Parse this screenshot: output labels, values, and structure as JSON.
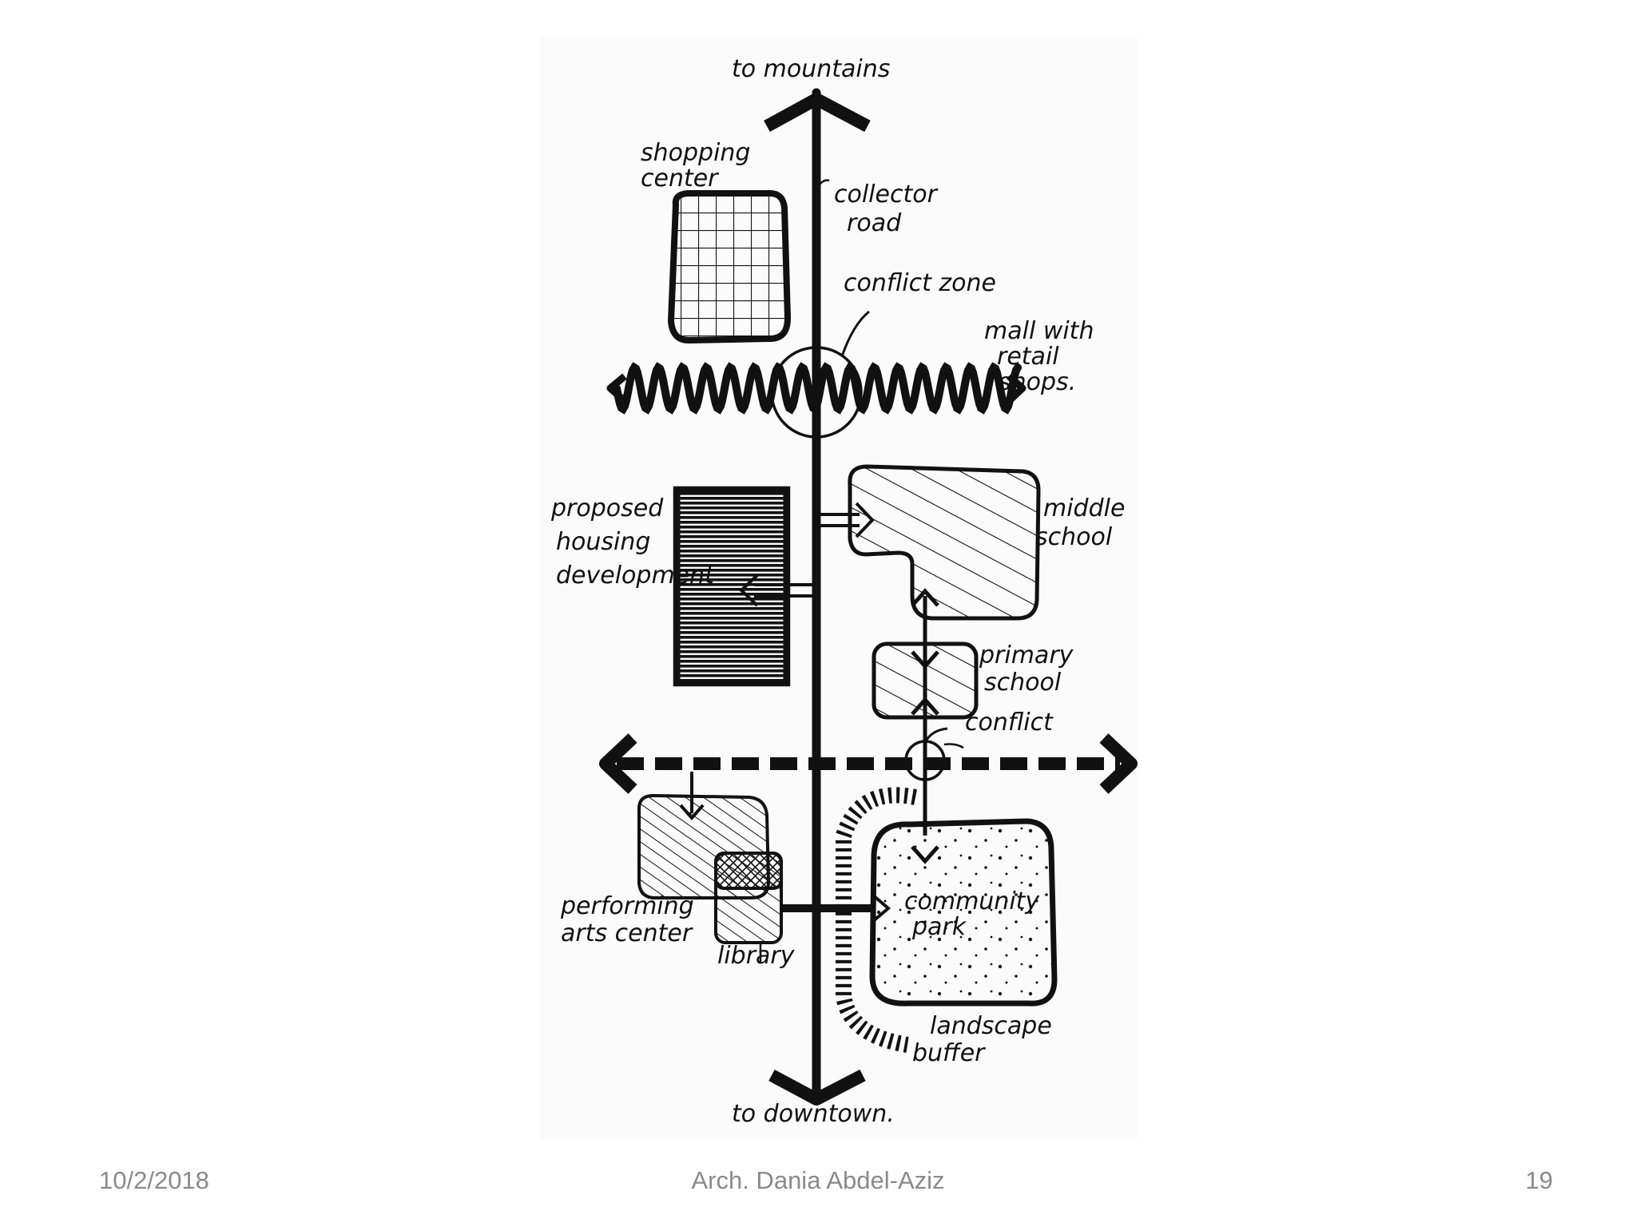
{
  "diagram": {
    "labels": {
      "top_arrow": "to mountains",
      "bottom_arrow": "to downtown.",
      "collector_road": [
        "collector",
        "road"
      ],
      "shopping_center": [
        "shopping",
        "center"
      ],
      "conflict_zone": "conflict zone",
      "mall": [
        "mall with",
        "retail",
        "shops."
      ],
      "housing": [
        "proposed",
        "housing",
        "development"
      ],
      "middle_school": [
        "middle",
        "school"
      ],
      "primary_school": [
        "primary",
        "school"
      ],
      "conflict": "conflict",
      "performing_arts": [
        "performing",
        "arts center"
      ],
      "library": "library",
      "community_park": [
        "community",
        "park"
      ],
      "landscape_buffer": [
        "landscape",
        "buffer"
      ]
    }
  },
  "footer": {
    "date": "10/2/2018",
    "author": "Arch. Dania Abdel-Aziz",
    "page": "19"
  }
}
